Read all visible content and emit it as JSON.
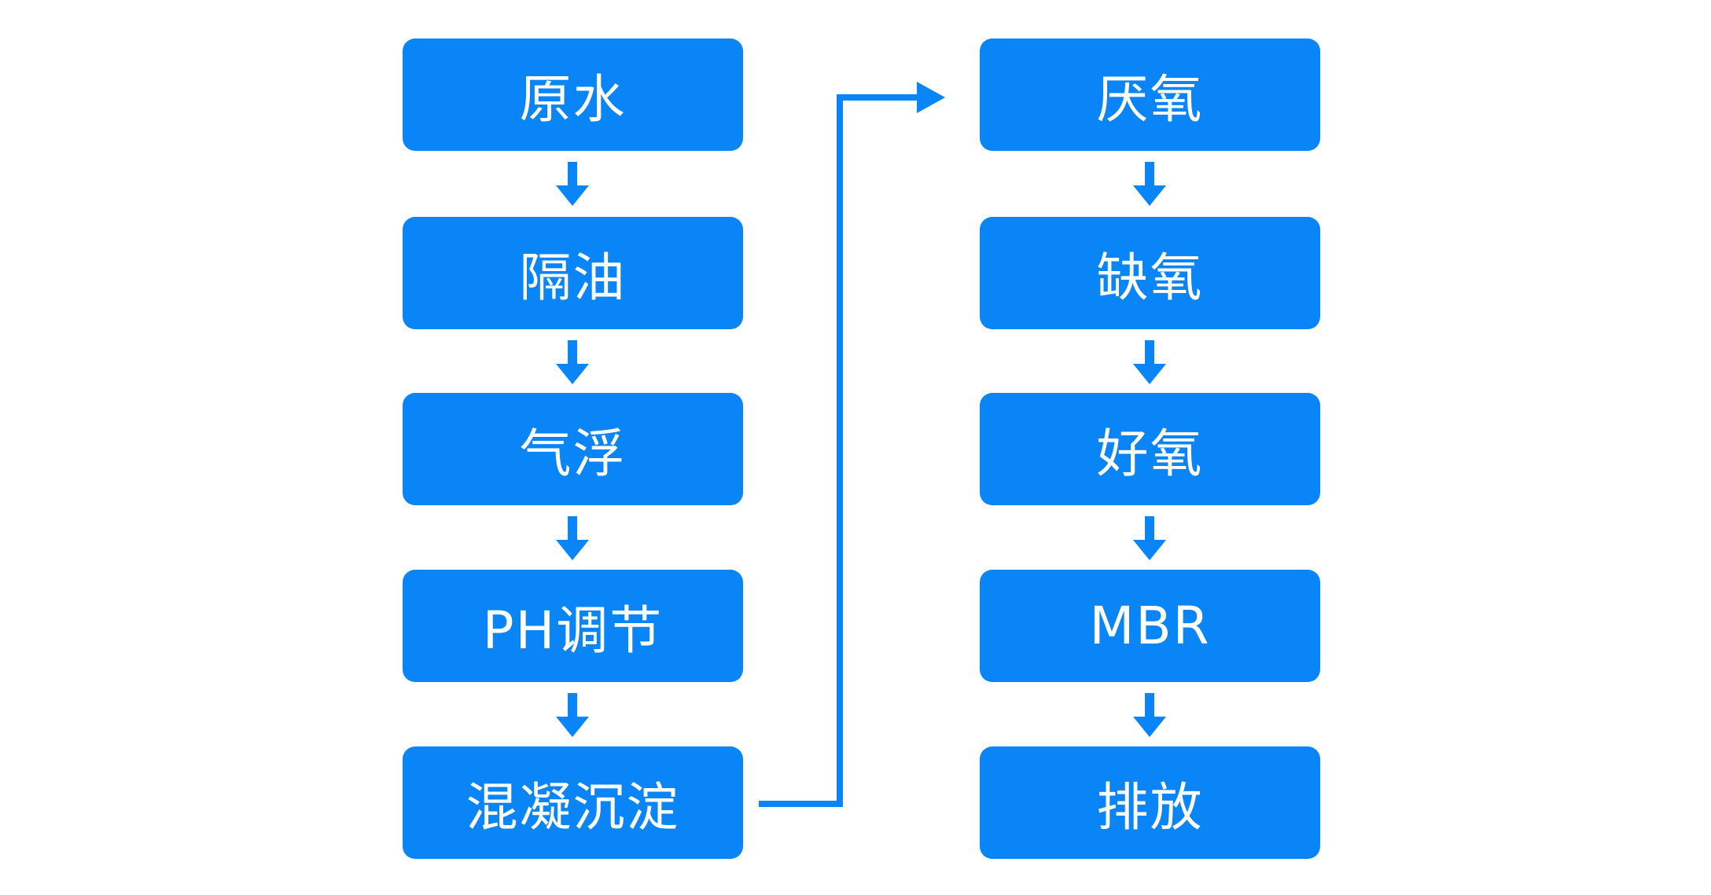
{
  "accent_color": "#0a85f7",
  "arrow_color": "#0a85f7",
  "left_steps": [
    {
      "label": "原水"
    },
    {
      "label": "隔油"
    },
    {
      "label": "气浮"
    },
    {
      "label": "PH调节"
    },
    {
      "label": "混凝沉淀"
    }
  ],
  "right_steps": [
    {
      "label": "厌氧"
    },
    {
      "label": "缺氧"
    },
    {
      "label": "好氧"
    },
    {
      "label": "MBR"
    },
    {
      "label": "排放"
    }
  ]
}
